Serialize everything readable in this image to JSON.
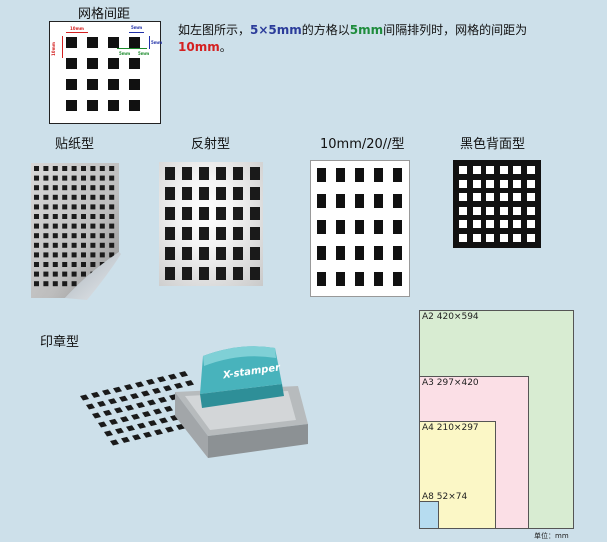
{
  "grid_spacing": {
    "title": "网格间距",
    "dim_spacing": "10mm",
    "dim_square": "5mm",
    "dim_square_v": "5mm",
    "dim_gap": "5mm",
    "dim_side": "10mm"
  },
  "description": {
    "part1": "如左图所示，",
    "size": "5×5mm",
    "part2": "的方格以",
    "gap": "5mm",
    "part3": "间隔排列时，网格的间距为",
    "result": "10mm",
    "end": "。",
    "colors": {
      "size": "#2b3c9a",
      "gap": "#1e8c3c",
      "result": "#d42020"
    }
  },
  "types": {
    "sticker": "贴纸型",
    "reflective": "反射型",
    "grid10": "10mm/20//型",
    "black_back": "黑色背面型"
  },
  "stamp": {
    "caption": "印章型",
    "brand": "X-stamper"
  },
  "paper_sizes": {
    "a2": "A2  420×594",
    "a3": "A3  297×420",
    "a4": "A4  210×297",
    "a8": "A8  52×74",
    "unit": "单位：mm",
    "colors": {
      "a2": "#d8ecd2",
      "a3": "#fbdfe6",
      "a4": "#fbf7c6",
      "a8": "#b6dcf0"
    }
  }
}
